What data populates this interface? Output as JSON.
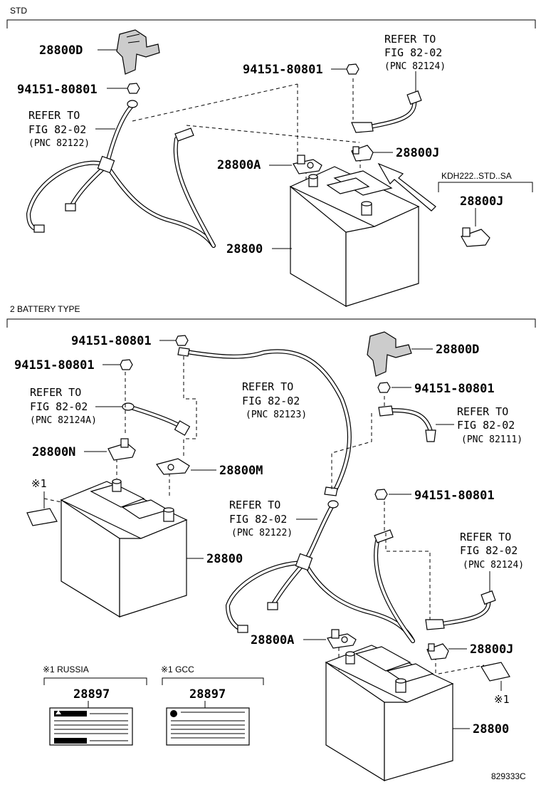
{
  "sections": {
    "std": "STD",
    "two_battery": "2 BATTERY TYPE",
    "variant": "KDH222..STD..SA"
  },
  "std": {
    "p28800D": "28800D",
    "nut_left": "94151-80801",
    "nut_mid": "94151-80801",
    "ref_right": [
      "REFER TO",
      "FIG 82-02",
      "(PNC 82124)"
    ],
    "ref_left": [
      "REFER TO",
      "FIG 82-02",
      "(PNC 82122)"
    ],
    "p28800A": "28800A",
    "p28800J": "28800J",
    "p28800J_variant": "28800J",
    "p28800": "28800"
  },
  "two_battery": {
    "nut_top": "94151-80801",
    "nut_left": "94151-80801",
    "p28800D": "28800D",
    "nut_right": "94151-80801",
    "ref_left": [
      "REFER TO",
      "FIG 82-02",
      "(PNC 82124A)"
    ],
    "ref_center": [
      "REFER TO",
      "FIG 82-02",
      "(PNC 82123)"
    ],
    "ref_right_top": [
      "REFER TO",
      "FIG 82-02",
      "(PNC 82111)"
    ],
    "p28800N": "28800N",
    "p28800M": "28800M",
    "note_left": "※1",
    "nut_lower_right": "94151-80801",
    "ref_lower_center": [
      "REFER TO",
      "FIG 82-02",
      "(PNC 82122)"
    ],
    "ref_lower_right": [
      "REFER TO",
      "FIG 82-02",
      "(PNC 82124)"
    ],
    "p28800_left": "28800",
    "p28800A": "28800A",
    "p28800J": "28800J",
    "note_right": "※1",
    "p28800_right": "28800"
  },
  "labels_box": {
    "russia_header": "※1 RUSSIA",
    "gcc_header": "※1 GCC",
    "russia_part": "28897",
    "gcc_part": "28897"
  },
  "figure_code": "829333C"
}
